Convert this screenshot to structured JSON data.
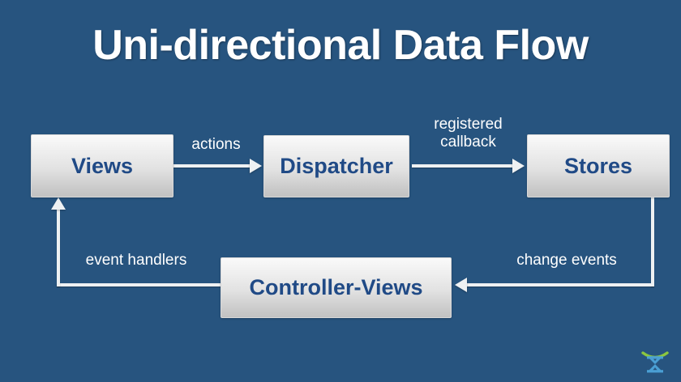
{
  "slide": {
    "title": "Uni-directional Data Flow",
    "background_color": "#27547f",
    "title_color": "#ffffff"
  },
  "diagram": {
    "type": "flow-diagram",
    "node_fill_top": "#fafafa",
    "node_fill_bottom": "#c2c2c2",
    "node_text_color": "#204a86",
    "connector_color": "#eef1f3",
    "nodes": [
      {
        "id": "views",
        "label": "Views"
      },
      {
        "id": "dispatcher",
        "label": "Dispatcher"
      },
      {
        "id": "stores",
        "label": "Stores"
      },
      {
        "id": "controller",
        "label": "Controller-Views"
      }
    ],
    "edges": [
      {
        "from": "views",
        "to": "dispatcher",
        "label": "actions",
        "direction": "right"
      },
      {
        "from": "dispatcher",
        "to": "stores",
        "label": "registered\ncallback",
        "direction": "right"
      },
      {
        "from": "stores",
        "to": "controller",
        "label": "change events",
        "direction": "left"
      },
      {
        "from": "controller",
        "to": "views",
        "label": "event handlers",
        "direction": "up"
      }
    ]
  },
  "logo": {
    "name": "x-arc-logo",
    "arc_color": "#8cc63f",
    "mark_color": "#4a9fd4"
  }
}
